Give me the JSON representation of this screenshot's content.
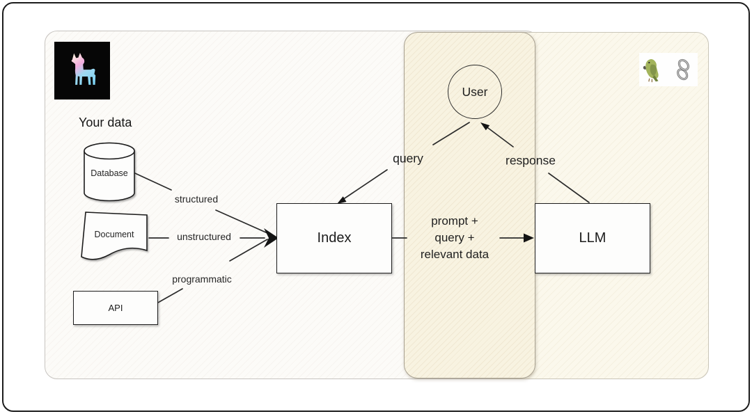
{
  "diagram": {
    "left_panel": {
      "logo": "llamaindex-llama-logo",
      "title": "Your data",
      "sources": [
        {
          "shape": "database-cylinder",
          "label": "Database",
          "edge_label": "structured"
        },
        {
          "shape": "document-sheet",
          "label": "Document",
          "edge_label": "unstructured"
        },
        {
          "shape": "api-rectangle",
          "label": "API",
          "edge_label": "programmatic"
        }
      ],
      "index_box_label": "Index"
    },
    "middle_panel": {
      "user_label": "User",
      "query_edge_label": "query",
      "response_edge_label": "response",
      "prompt_lines": [
        "prompt +",
        "query +",
        "relevant data"
      ]
    },
    "right_panel": {
      "logo": "langchain-parrot-chain-logo",
      "llm_box_label": "LLM"
    }
  },
  "colors": {
    "frame_border": "#1c1c1c",
    "left_panel_bg": "#fcfbf8",
    "middle_panel_bg": "#f8f3e1",
    "right_panel_bg": "#fbf8ec",
    "line": "#2b2b2b",
    "llama_logo_bg": "#060606",
    "llama_gradient": [
      "#fdf0e0",
      "#f3abdd",
      "#7fd3f3"
    ]
  }
}
